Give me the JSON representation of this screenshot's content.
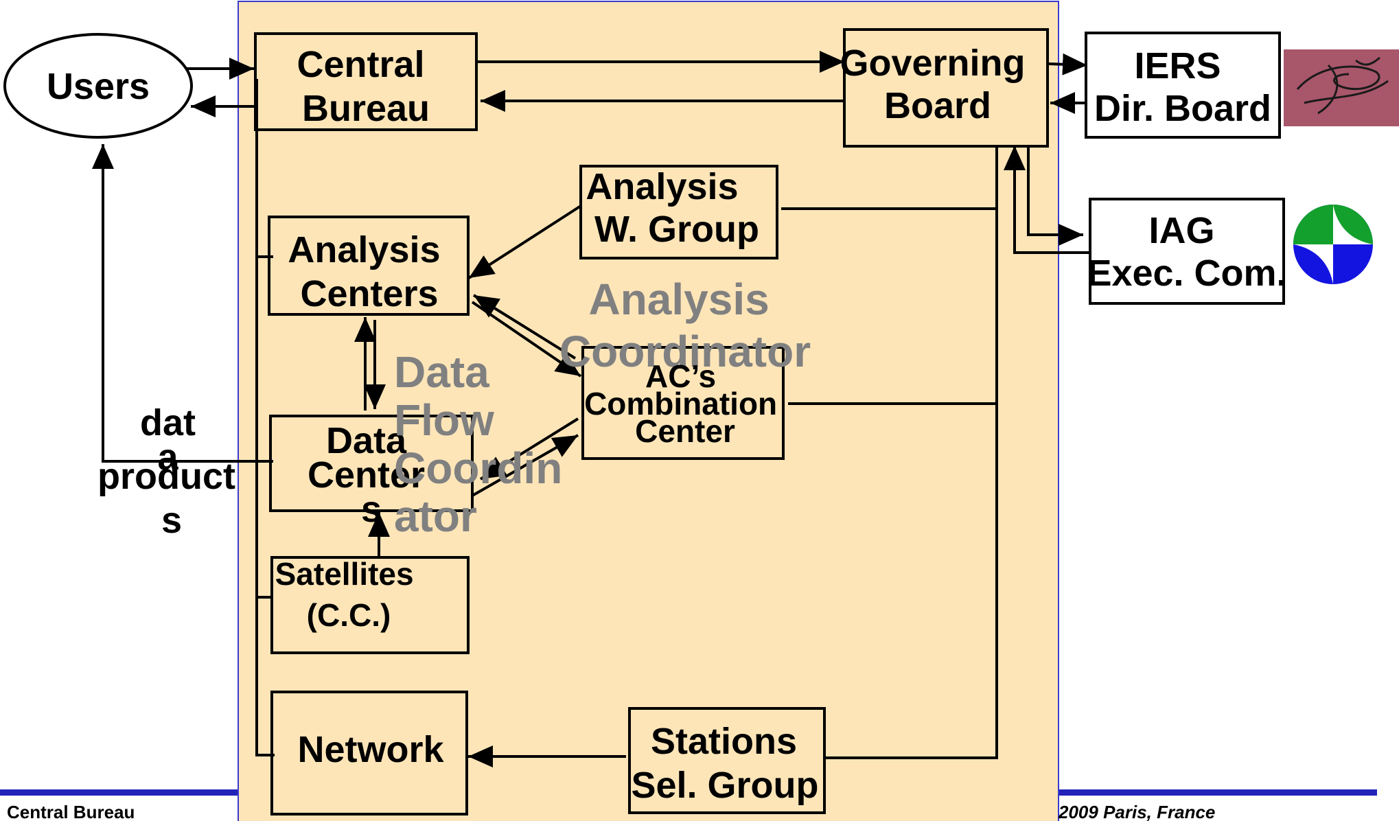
{
  "diagram": {
    "users": "Users",
    "central_bureau": [
      "Central",
      "Bureau"
    ],
    "governing_board": [
      "Governing",
      "Board"
    ],
    "iers_dir_board": [
      "IERS",
      "Dir. Board"
    ],
    "iag_exec_com": [
      "IAG",
      "Exec. Com."
    ],
    "analysis_w_group": [
      "Analysis",
      "W. Group"
    ],
    "analysis_centers": [
      "Analysis",
      "Centers"
    ],
    "analysis_coordinator": [
      "Analysis",
      "Coordinator"
    ],
    "combination_center": [
      "AC’s",
      "Combination",
      "Center"
    ],
    "data_flow_coordinator": [
      "Data",
      "Flow",
      "Coordin",
      "ator"
    ],
    "data_centers": [
      "Data",
      "Center",
      "s"
    ],
    "data_products": [
      "dat",
      "a",
      "product",
      "s"
    ],
    "satellites": [
      "Satellites",
      "(C.C.)"
    ],
    "network": "Network",
    "stations_sel_group": [
      "Stations",
      "Sel. Group"
    ]
  },
  "footer": {
    "left": "Central Bureau",
    "right": "2009 Paris, France"
  },
  "colors": {
    "panel_fill": "#fde5b8",
    "panel_border": "#3a3ad0",
    "footer_rule": "#2323b8",
    "iers_logo_bg": "#a8566a",
    "iag_green": "#13a02c",
    "iag_blue": "#1414e0"
  },
  "icons": {
    "iers_logo": "iers-logo-icon",
    "iag_logo": "iag-logo-icon"
  }
}
